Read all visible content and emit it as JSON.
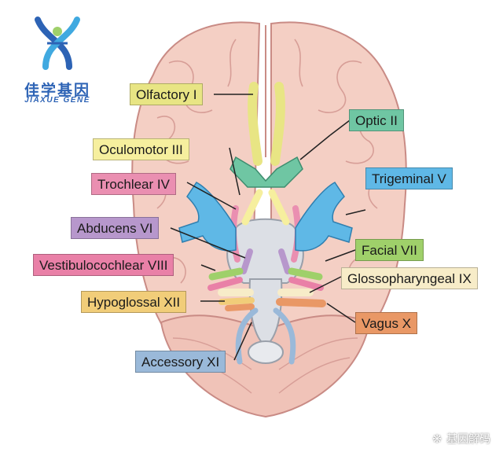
{
  "logo": {
    "text_cn": "佳学基因",
    "text_en": "JIAXUE GENE"
  },
  "watermark": {
    "text": "基因解码",
    "icon": "wechat-icon"
  },
  "colors": {
    "olfactory": "#e8e584",
    "optic": "#6fc6a3",
    "oculomotor": "#f6ef9e",
    "trochlear": "#ea8fb1",
    "trigeminal": "#5fb8e6",
    "abducens": "#b797cc",
    "facial": "#9fd06a",
    "vestibulocochlear": "#e980a7",
    "glossopharyngeal": "#f7ecc8",
    "hypoglossal": "#f1cd79",
    "vagus": "#e99866",
    "accessory": "#9ab9d9",
    "brain": "#f4cfc4",
    "cerebellum": "#f0c3b8",
    "brainstem": "#dcdfe5"
  },
  "nerves": [
    {
      "id": "olfactory",
      "label": "Olfactory I"
    },
    {
      "id": "optic",
      "label": "Optic II"
    },
    {
      "id": "oculomotor",
      "label": "Oculomotor III"
    },
    {
      "id": "trigeminal",
      "label": "Trigeminal V"
    },
    {
      "id": "trochlear",
      "label": "Trochlear IV"
    },
    {
      "id": "abducens",
      "label": "Abducens VI"
    },
    {
      "id": "facial",
      "label": "Facial VII"
    },
    {
      "id": "vestibulocochlear",
      "label": "Vestibulocochlear VIII"
    },
    {
      "id": "glossopharyngeal",
      "label": "Glossopharyngeal IX"
    },
    {
      "id": "hypoglossal",
      "label": "Hypoglossal XII"
    },
    {
      "id": "vagus",
      "label": "Vagus X"
    },
    {
      "id": "accessory",
      "label": "Accessory XI"
    }
  ]
}
